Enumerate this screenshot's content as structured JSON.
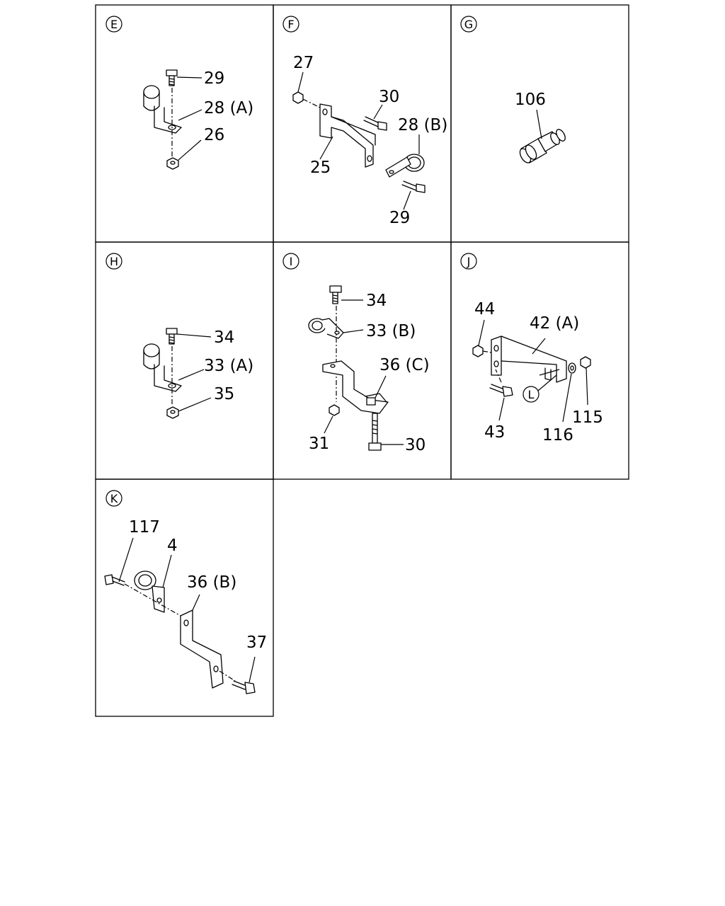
{
  "panels": [
    {
      "letter": "E",
      "callouts": [
        "29",
        "28 (A)",
        "26"
      ]
    },
    {
      "letter": "F",
      "callouts": [
        "27",
        "30",
        "28 (B)",
        "25",
        "29"
      ]
    },
    {
      "letter": "G",
      "callouts": [
        "106"
      ]
    },
    {
      "letter": "H",
      "callouts": [
        "34",
        "33 (A)",
        "35"
      ]
    },
    {
      "letter": "I",
      "callouts": [
        "34",
        "33 (B)",
        "36 (C)",
        "31",
        "30"
      ]
    },
    {
      "letter": "J",
      "callouts": [
        "44",
        "42 (A)",
        "43",
        "116",
        "115"
      ],
      "ref_mark": "L"
    },
    {
      "letter": "K",
      "callouts": [
        "117",
        "4",
        "36 (B)",
        "37"
      ]
    }
  ]
}
